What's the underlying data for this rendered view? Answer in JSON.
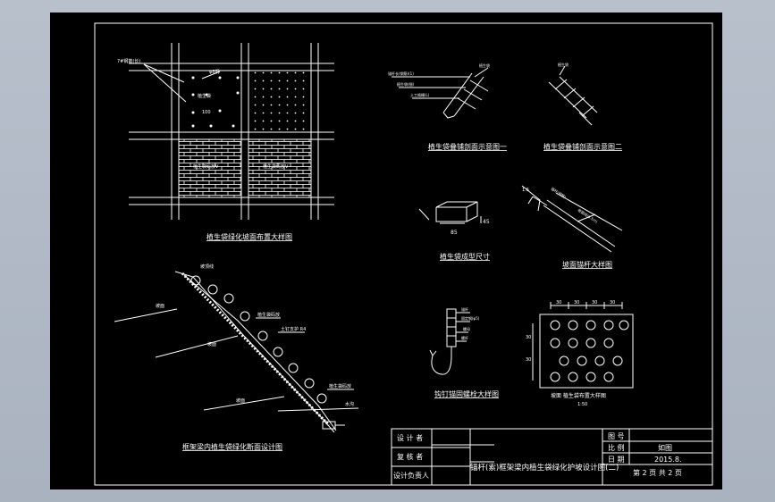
{
  "drawings": {
    "grid_plan": {
      "title": "植生袋绿化坡面布置大样图",
      "labels": [
        "7#钢筋(长)",
        "φ8钢",
        "植生袋",
        "100",
        "植生袋码放V",
        "植生袋码放V"
      ]
    },
    "section_view": {
      "title": "框架梁内植生袋绿化断面设计图",
      "labels": [
        "坡顶线",
        "坡面",
        "坡面",
        "坡面",
        "植生袋码放",
        "土钉支护 R4",
        "植生袋码放",
        "水沟"
      ]
    },
    "detail_1": {
      "title": "植生袋叠铺剖面示意图一",
      "labels": [
        "锚杆长(钢筋)(1)",
        "植生袋(细)",
        "土工格栅(L)",
        "植生袋"
      ]
    },
    "detail_2": {
      "title": "植生袋叠铺剖面示意图二",
      "labels": [
        "植生袋"
      ]
    },
    "bag_size": {
      "title": "植生袋成型尺寸",
      "dims": [
        "85",
        "45"
      ]
    },
    "anchor_rod": {
      "title": "坡面锚杆大样图",
      "labels": [
        "1.5",
        "锚杆(钢筋)",
        "坡面线(0.5m)"
      ]
    },
    "hook": {
      "title": "钩钉锚固螺栓大样图",
      "labels": [
        "锚杆",
        "固定钢(φ5)",
        "螺母",
        "螺杆"
      ]
    },
    "plant_layout": {
      "title": "坡面 植生袋布置大样图",
      "scale": "1:50",
      "dims": [
        "30",
        "30",
        "30",
        "30",
        "30",
        "30"
      ]
    }
  },
  "title_block": {
    "role_labels": [
      "设 计 者",
      "复 核 者",
      "设计负责人"
    ],
    "main_title": "锚杆(索)框架梁内植生袋绿化护坡设计图(二)",
    "fields": [
      {
        "label": "图 号",
        "value": ""
      },
      {
        "label": "比 例",
        "value": "如图"
      },
      {
        "label": "日 期",
        "value": "2015.8."
      }
    ],
    "sheet_info": "第 2 页  共 2 页"
  }
}
